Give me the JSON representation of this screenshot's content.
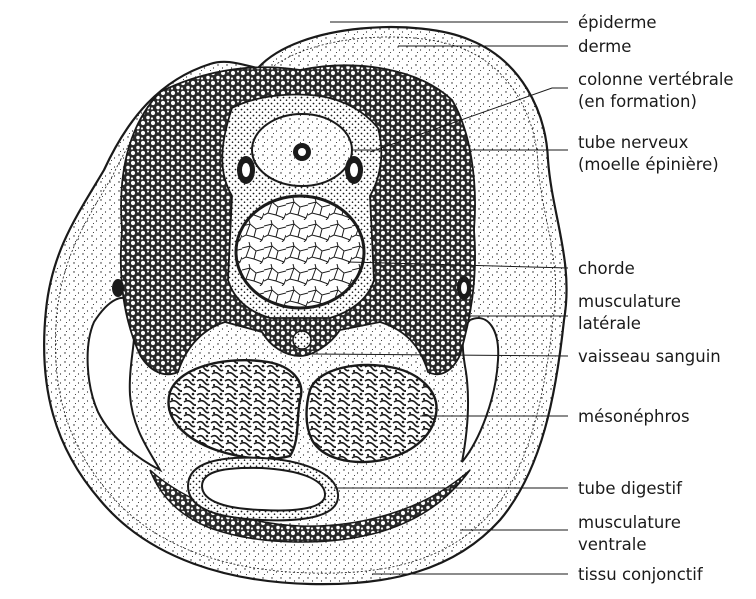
{
  "labels": [
    {
      "id": "epiderme",
      "lines": [
        "épiderme"
      ]
    },
    {
      "id": "derme",
      "lines": [
        "derme"
      ]
    },
    {
      "id": "colonne",
      "lines": [
        "colonne vertébrale",
        "(en formation)"
      ]
    },
    {
      "id": "tube-nerveux",
      "lines": [
        "tube nerveux",
        "(moelle épinière)"
      ]
    },
    {
      "id": "chorde",
      "lines": [
        "chorde"
      ]
    },
    {
      "id": "musc-laterale",
      "lines": [
        "musculature",
        "latérale"
      ]
    },
    {
      "id": "vaisseau",
      "lines": [
        "vaisseau sanguin"
      ]
    },
    {
      "id": "mesonephros",
      "lines": [
        "mésonéphros"
      ]
    },
    {
      "id": "tube-digestif",
      "lines": [
        "tube digestif"
      ]
    },
    {
      "id": "musc-ventrale",
      "lines": [
        "musculature",
        "ventrale"
      ]
    },
    {
      "id": "tissu",
      "lines": [
        "tissu conjonctif"
      ]
    }
  ],
  "colors": {
    "ink": "#1a1a1a",
    "background": "#ffffff"
  }
}
